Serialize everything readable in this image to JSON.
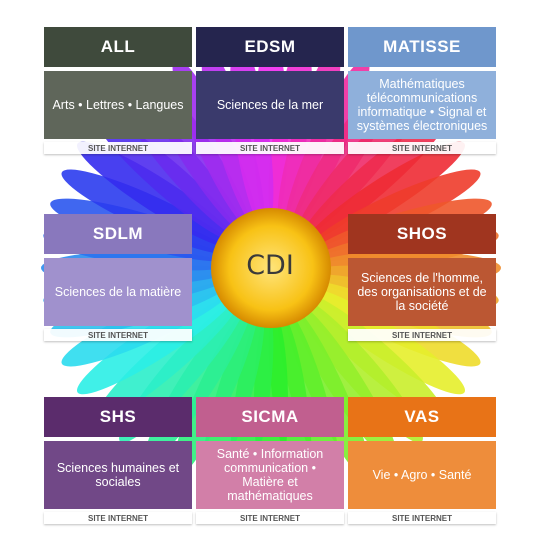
{
  "center": {
    "label": "CDI"
  },
  "cards": [
    {
      "id": "all",
      "title": "ALL",
      "desc": "Arts • Lettres • Langues",
      "link": "SITE INTERNET",
      "header_color": "#3f4a3c",
      "body_color": "#5f665a"
    },
    {
      "id": "edsm",
      "title": "EDSM",
      "desc": "Sciences de la mer",
      "link": "SITE INTERNET",
      "header_color": "#25254e",
      "body_color": "#3a3a6c"
    },
    {
      "id": "matisse",
      "title": "MATISSE",
      "desc": "Mathématiques télécommunications informatique • Signal et systèmes électroniques",
      "link": "SITE INTERNET",
      "header_color": "#6f97cc",
      "body_color": "#8fb0db"
    },
    {
      "id": "sdlm",
      "title": "SDLM",
      "desc": "Sciences de la matière",
      "link": "SITE INTERNET",
      "header_color": "#8978bd",
      "body_color": "#a091cd"
    },
    {
      "id": "shos",
      "title": "SHOS",
      "desc": "Sciences de l'homme, des organisations et de la société",
      "link": "SITE INTERNET",
      "header_color": "#a0351f",
      "body_color": "#bb5733"
    },
    {
      "id": "shs",
      "title": "SHS",
      "desc": "Sciences humaines et sociales",
      "link": "SITE INTERNET",
      "header_color": "#5b2c6c",
      "body_color": "#714887"
    },
    {
      "id": "sicma",
      "title": "SICMA",
      "desc": "Santé • Information communication • Matière et mathématiques",
      "link": "SITE INTERNET",
      "header_color": "#c15f8f",
      "body_color": "#d27fa8"
    },
    {
      "id": "vas",
      "title": "VAS",
      "desc": "Vie • Agro • Santé",
      "link": "SITE INTERNET",
      "header_color": "#e87317",
      "body_color": "#ee8d3b"
    }
  ]
}
